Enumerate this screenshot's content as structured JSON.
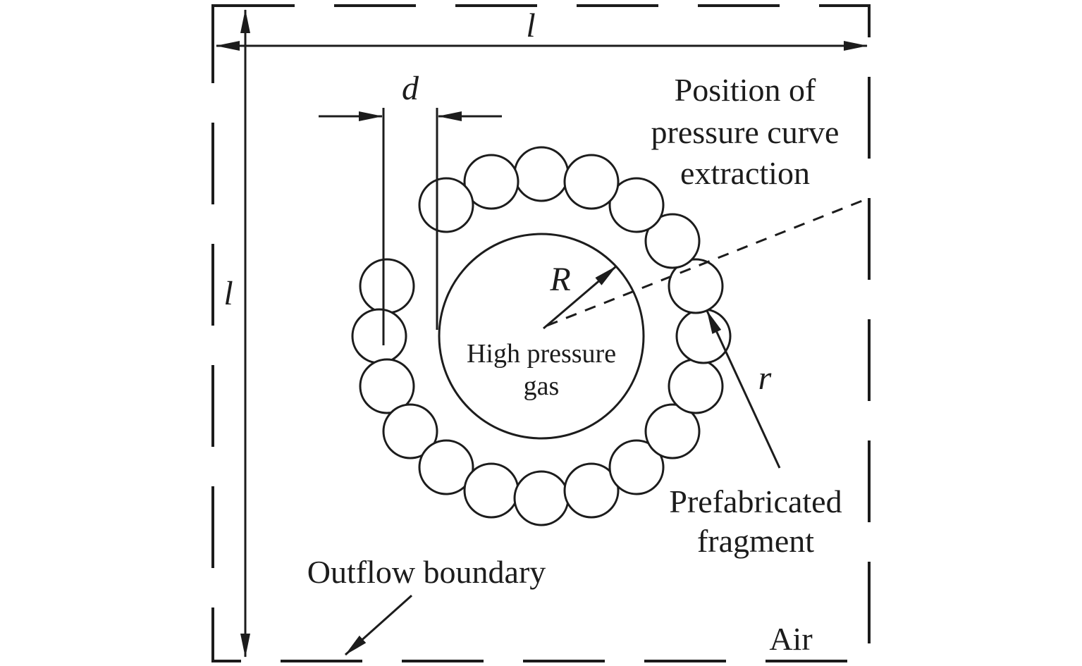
{
  "colors": {
    "ink": "#1c1c1c",
    "bg": "#ffffff"
  },
  "dimensions": {
    "width_label": "l",
    "height_label": "l",
    "fragment_diameter_label": "d",
    "gas_radius_label": "R",
    "fragment_radius_label": "r"
  },
  "annotations": {
    "pressure_curve": {
      "lines": [
        "Position of",
        "pressure curve",
        "extraction"
      ]
    },
    "high_pressure_gas": {
      "lines": [
        "High pressure",
        "gas"
      ]
    },
    "prefabricated_fragment": {
      "lines": [
        "Prefabricated",
        "fragment"
      ]
    },
    "outflow_boundary": "Outflow boundary",
    "air": "Air"
  },
  "structure": {
    "fragment_count": 19
  }
}
